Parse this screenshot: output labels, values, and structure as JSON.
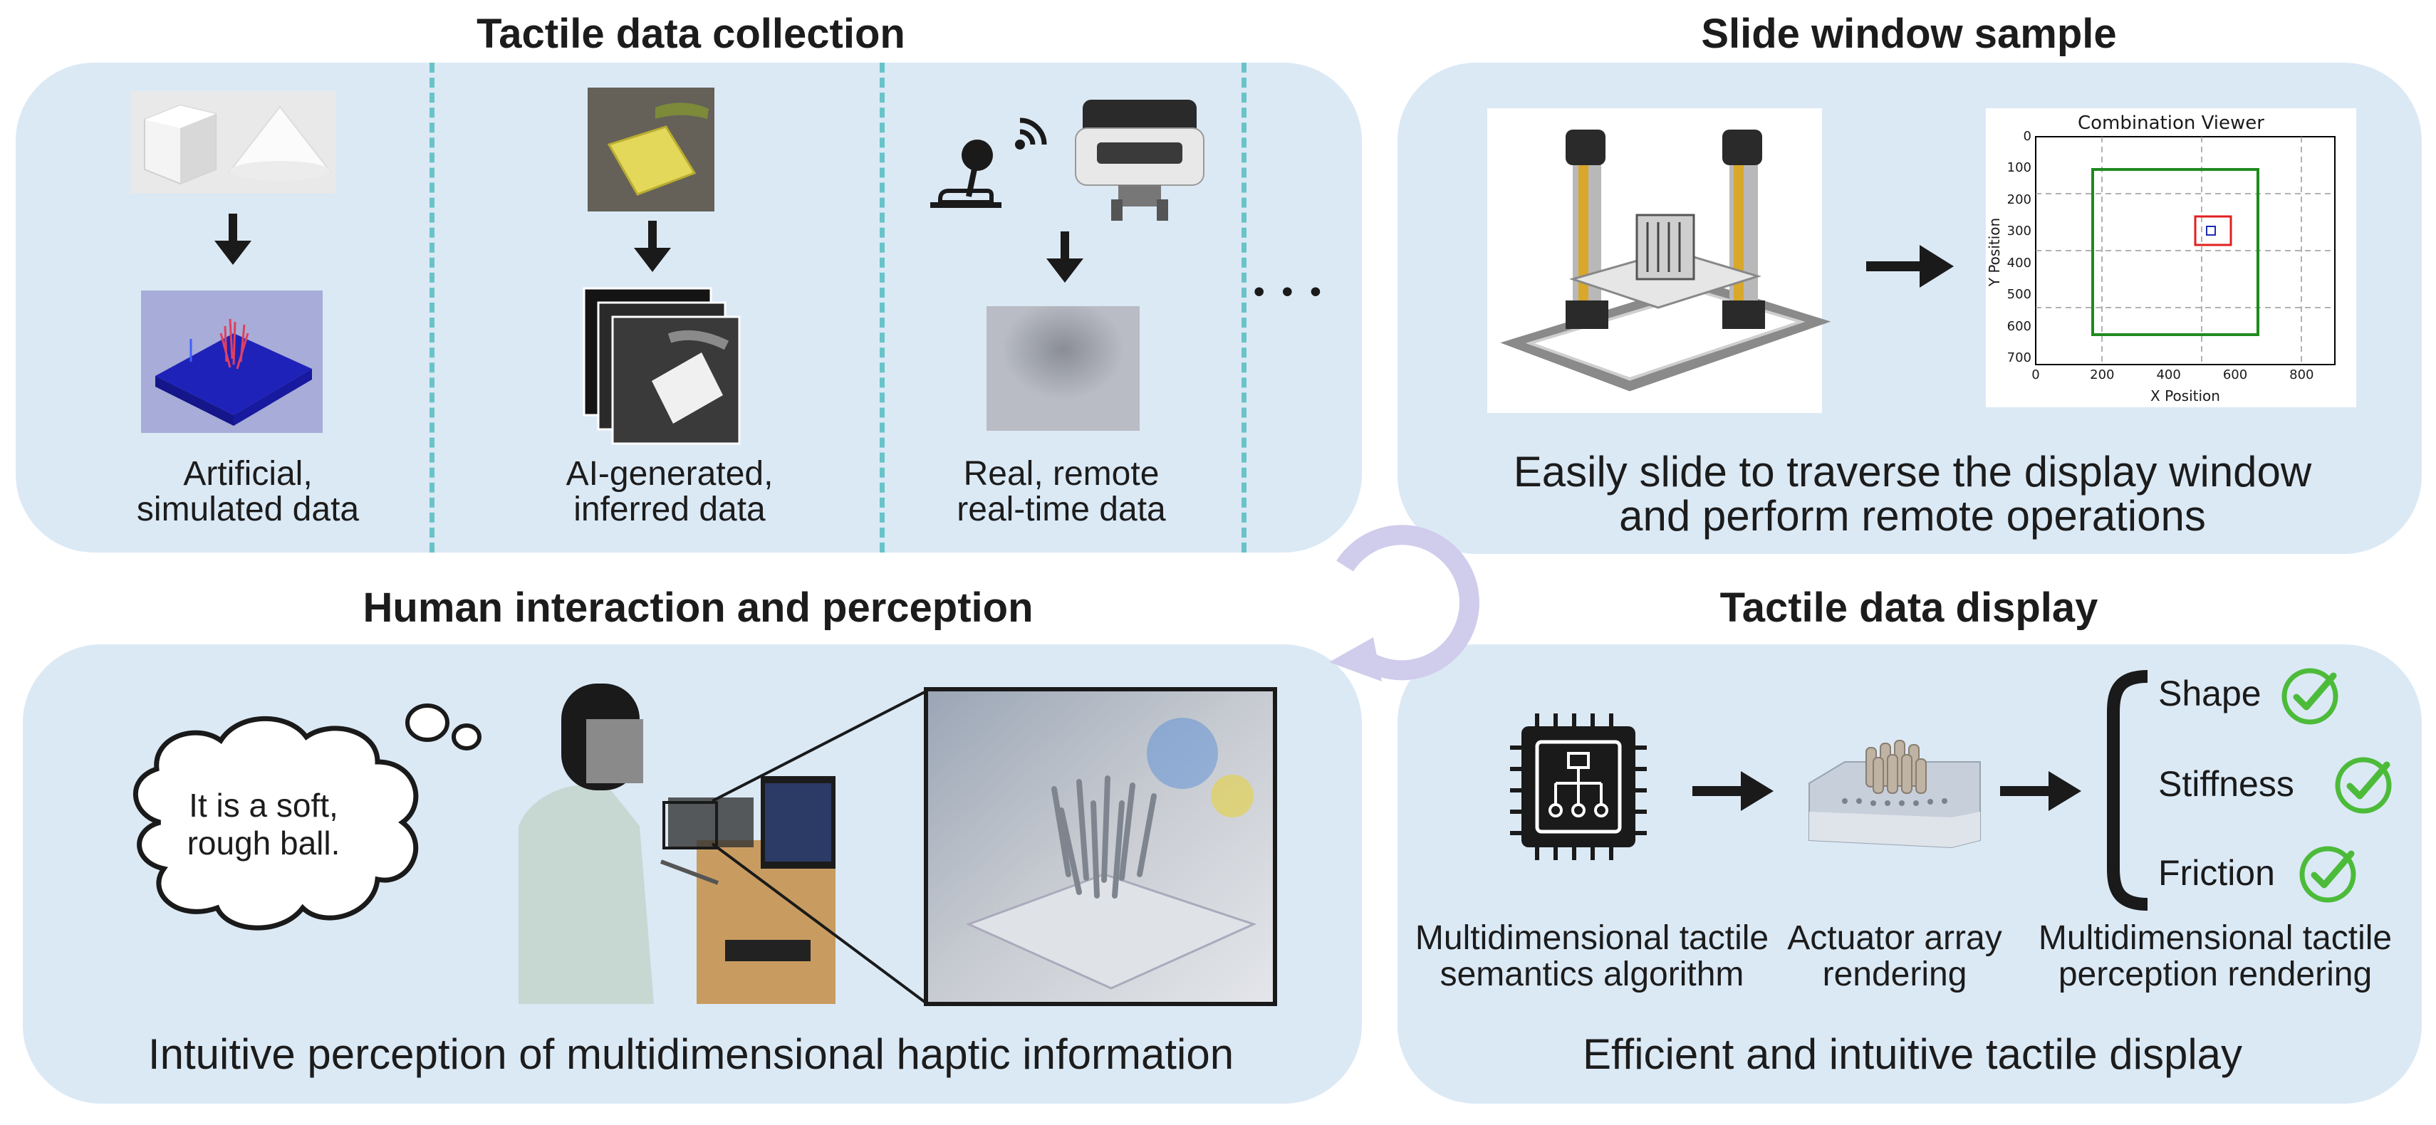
{
  "colors": {
    "panel_bg": "#dbe9f5",
    "dash": "#69c3c8",
    "cycle_arrow": "#d0ccec",
    "check": "#4dbb3a",
    "viewer_green": "#1f8a1f",
    "viewer_red": "#e02020",
    "viewer_blue": "#1c2bb3"
  },
  "collection": {
    "title": "Tactile data collection",
    "items": [
      {
        "caption_line1": "Artificial,",
        "caption_line2": "simulated data"
      },
      {
        "caption_line1": "AI-generated,",
        "caption_line2": "inferred data"
      },
      {
        "caption_line1": "Real, remote",
        "caption_line2": "real-time data"
      }
    ],
    "ellipsis": "• • •"
  },
  "slide": {
    "title": "Slide window sample",
    "viewer": {
      "title": "Combination Viewer",
      "xlabel": "X Position",
      "ylabel": "Y Position",
      "xticks": [
        "0",
        "200",
        "400",
        "600",
        "800"
      ],
      "yticks": [
        "0",
        "100",
        "200",
        "300",
        "400",
        "500",
        "600",
        "700"
      ]
    },
    "caption_line1": "Easily slide to traverse the display window",
    "caption_line2": "and perform remote operations"
  },
  "human": {
    "title": "Human interaction and perception",
    "thought_line1": "It is a soft,",
    "thought_line2": "rough ball.",
    "caption": "Intuitive perception of multidimensional haptic information"
  },
  "display": {
    "title": "Tactile data display",
    "checks": [
      "Shape",
      "Stiffness",
      "Friction"
    ],
    "steps": [
      {
        "line1": "Multidimensional tactile",
        "line2": "semantics algorithm"
      },
      {
        "line1": "Actuator array",
        "line2": "rendering"
      },
      {
        "line1": "Multidimensional tactile",
        "line2": "perception rendering"
      }
    ],
    "caption": "Efficient and intuitive tactile display"
  }
}
